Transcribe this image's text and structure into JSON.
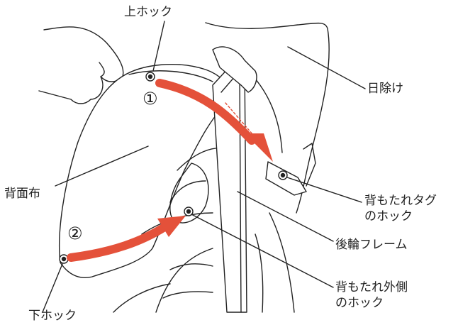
{
  "colors": {
    "arrow": "#e4513a",
    "line": "#222222",
    "fill": "#ffffff"
  },
  "labels": {
    "top_hook": "上ホック",
    "sunshade": "日除け",
    "back_cloth": "背面布",
    "backrest_tag_hook": "背もたれタグ\nのホック",
    "rear_wheel_frame": "後輪フレーム",
    "backrest_outer_hook": "背もたれ外側\nのホック",
    "bottom_hook": "下ホック"
  },
  "steps": {
    "step1": "①",
    "step2": "②"
  }
}
